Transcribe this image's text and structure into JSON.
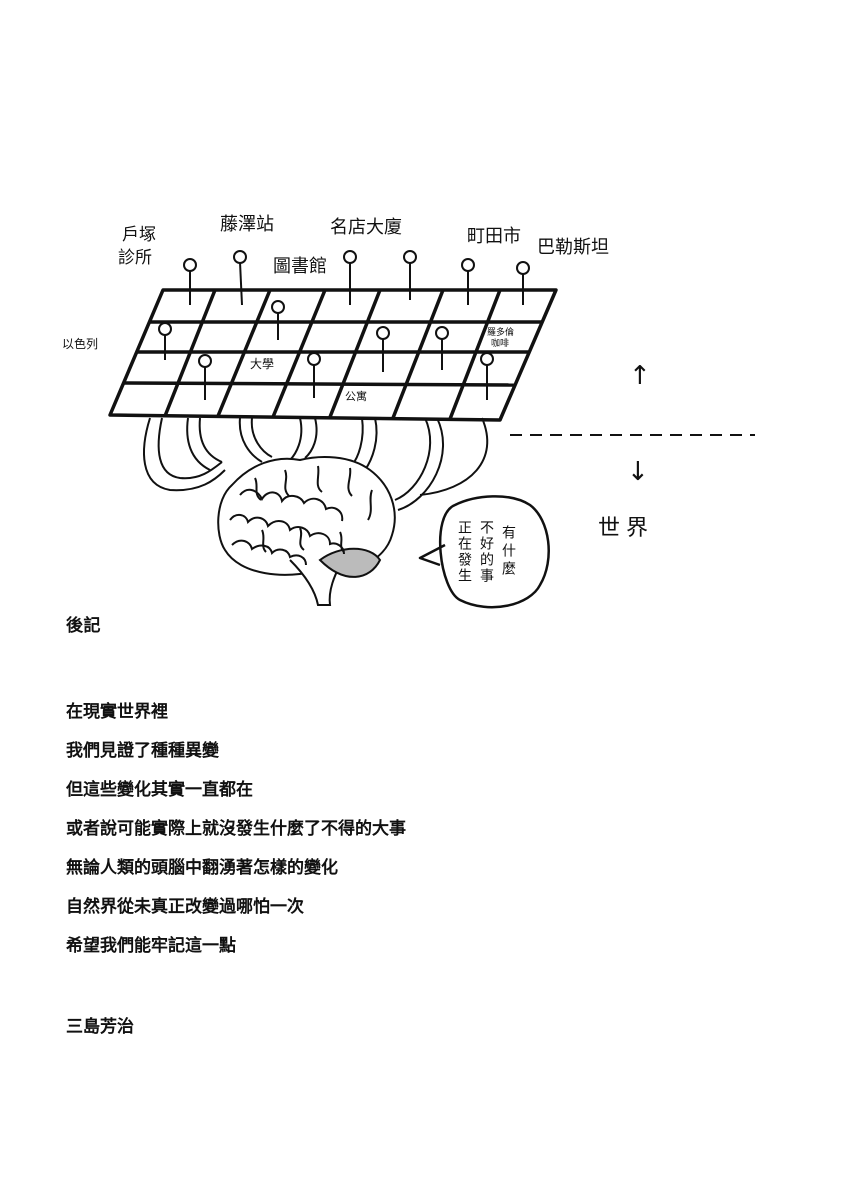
{
  "illustration": {
    "labels": {
      "clinic_line1": "戶塚",
      "clinic_line2": "診所",
      "fujisawa": "藤澤站",
      "library": "圖書館",
      "building": "名店大廈",
      "machida": "町田市",
      "pakistan": "巴勒斯坦",
      "israel": "以色列",
      "toronto_line1": "羅多倫",
      "toronto_line2": "咖啡",
      "university": "大學",
      "apartment": "公寓",
      "world": "世界"
    },
    "speech_bubble": {
      "col1": "有什麼",
      "col2": "不好的事",
      "col3": "正在發生"
    },
    "arrow_up": "↑",
    "arrow_down": "↓"
  },
  "afterword": {
    "title": "後記",
    "lines": [
      "在現實世界裡",
      "我們見證了種種異變",
      "但這些變化其實一直都在",
      "或者說可能實際上就沒發生什麼了不得的大事",
      "無論人類的頭腦中翻湧著怎樣的變化",
      "自然界從未真正改變過哪怕一次",
      "希望我們能牢記這一點"
    ],
    "author": "三島芳治"
  }
}
